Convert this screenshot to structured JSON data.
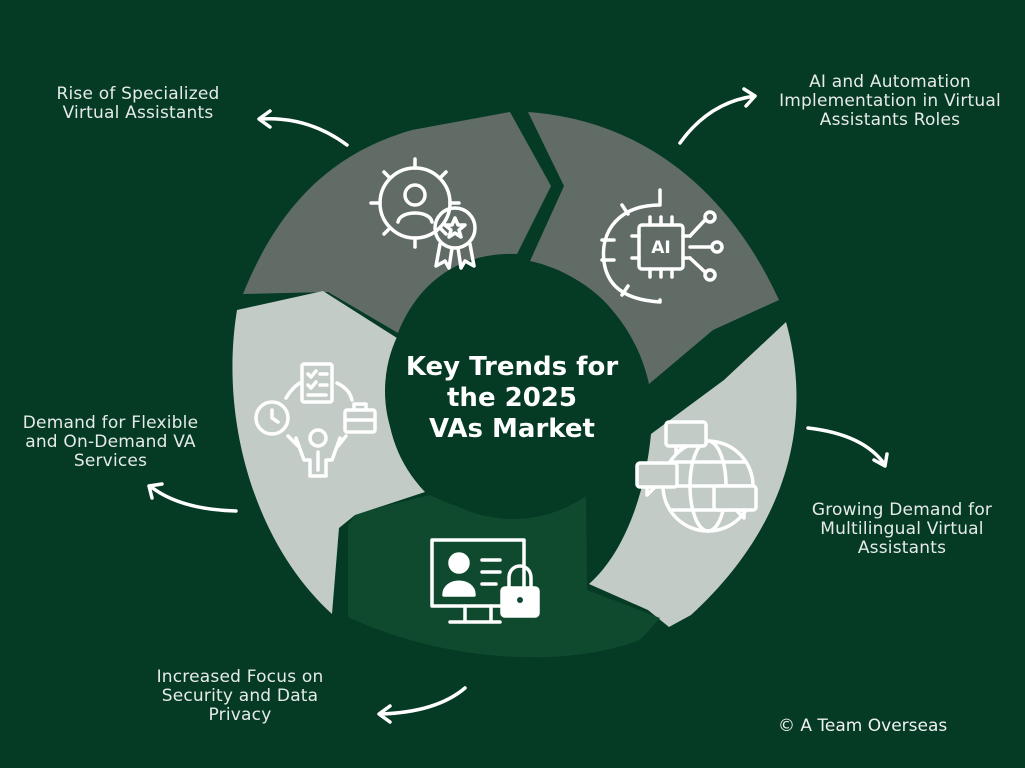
{
  "title": "Key Trends for\nthe 2025\nVAs Market",
  "trends": [
    {
      "label": "Rise of Specialized\nVirtual Assistants",
      "icon": "gear-person-award-icon"
    },
    {
      "label": "AI and Automation\nImplementation in Virtual\nAssistants Roles",
      "icon": "ai-chip-gear-icon"
    },
    {
      "label": "Growing Demand for\nMultilingual Virtual\nAssistants",
      "icon": "globe-chat-icon"
    },
    {
      "label": "Increased Focus on\nSecurity and Data\nPrivacy",
      "icon": "computer-lock-icon"
    },
    {
      "label": "Demand for Flexible\nand On-Demand VA\nServices",
      "icon": "flexible-work-icon"
    }
  ],
  "colors": {
    "background": "#053a25",
    "segment_dark": "#616c67",
    "segment_light": "#c3cbc6",
    "segment_green": "#0f4a2e",
    "center": "#053a25",
    "text": "#e6ebe8"
  },
  "copyright": "© A Team Overseas"
}
